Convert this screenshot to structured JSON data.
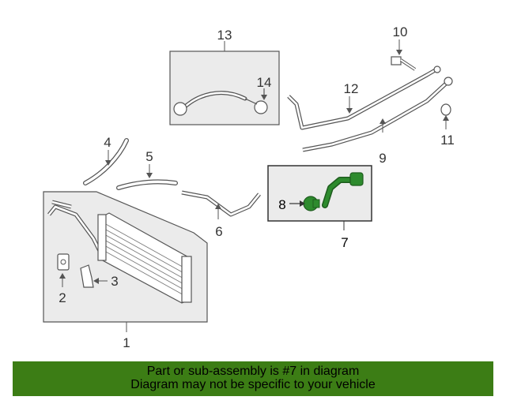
{
  "callouts": {
    "c1": "1",
    "c2": "2",
    "c3": "3",
    "c4": "4",
    "c5": "5",
    "c6": "6",
    "c7": "7",
    "c8": "8",
    "c9": "9",
    "c10": "10",
    "c11": "11",
    "c12": "12",
    "c13": "13",
    "c14": "14"
  },
  "banner": {
    "line1": "Part or sub-assembly is #7 in diagram",
    "line2": "Diagram may not be specific to your vehicle"
  },
  "colors": {
    "highlight_part": "#2e8b2e",
    "banner_bg": "#3c7d15",
    "line_art": "#555555",
    "box_fill": "#ebebeb"
  }
}
